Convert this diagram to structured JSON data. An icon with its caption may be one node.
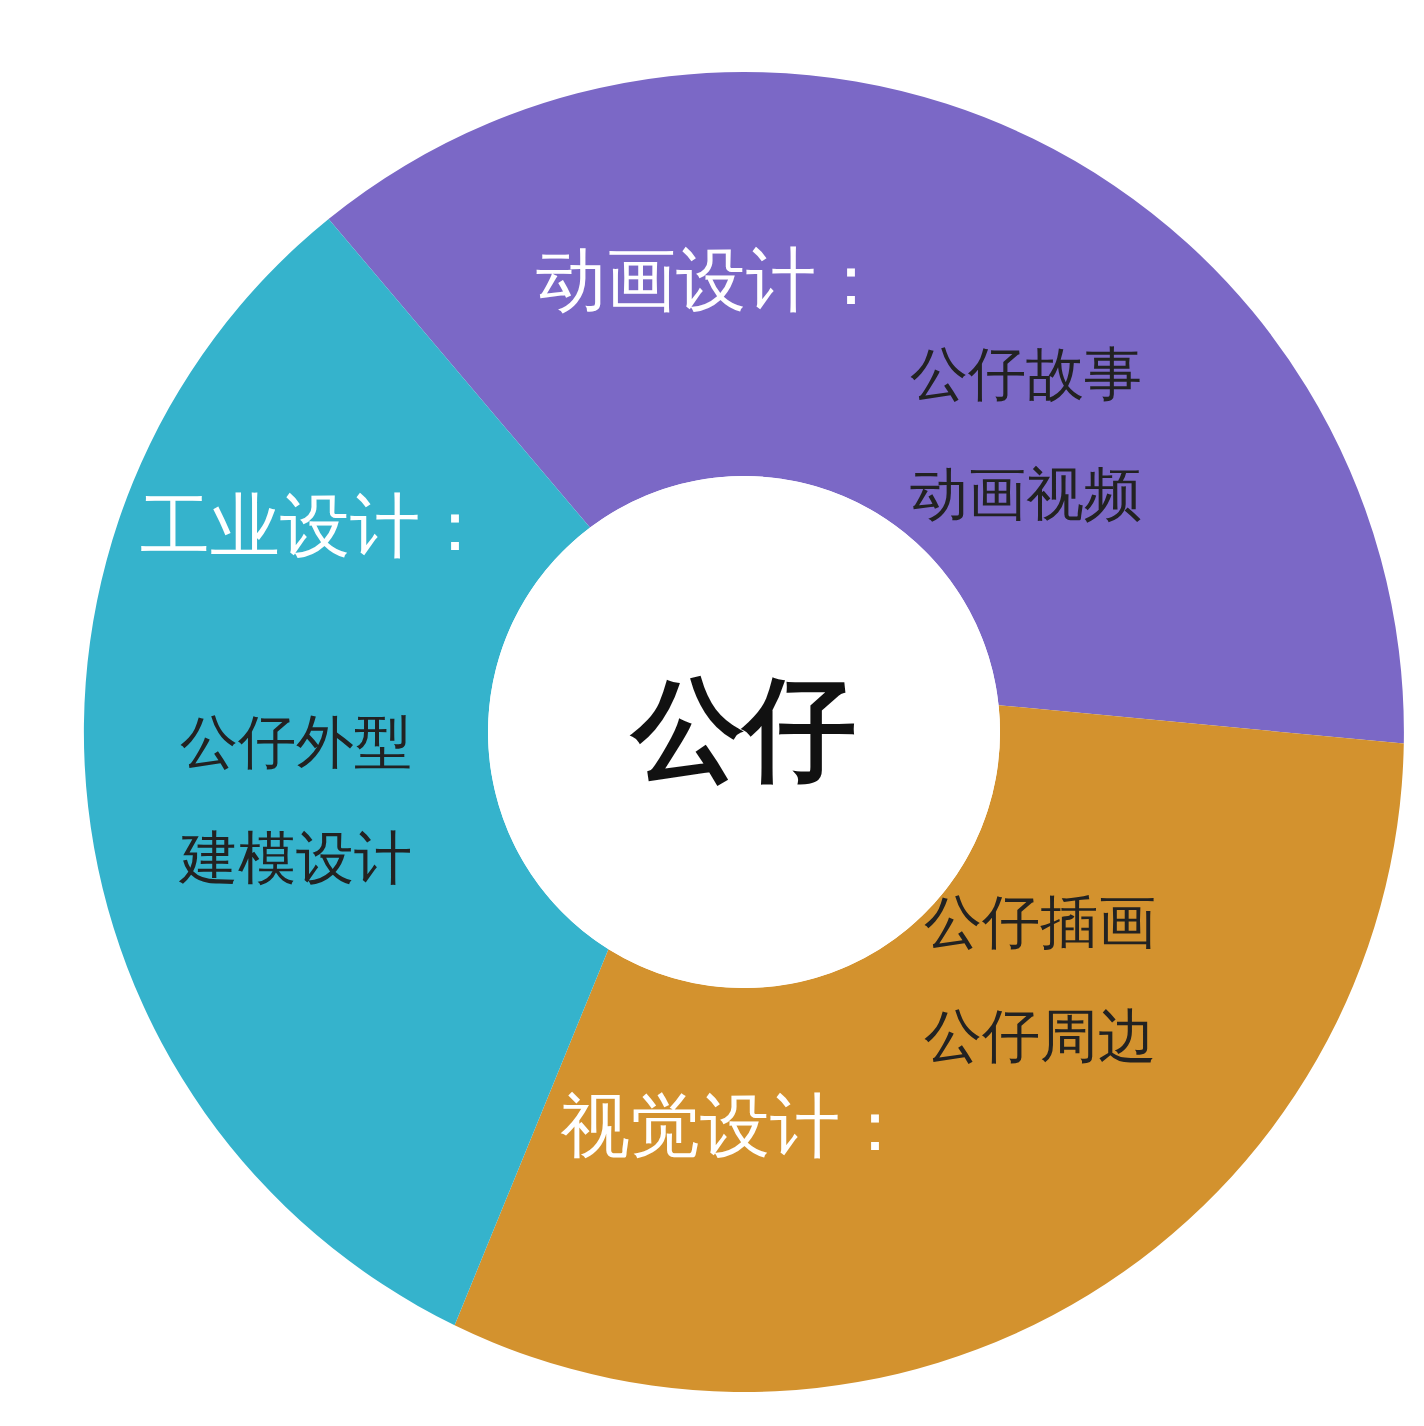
{
  "diagram": {
    "nodes": [
      {
        "text": [
          "公仔"
        ]
      },
      {
        "text": [
          "动画设计：",
          "公仔故事",
          "动画视频"
        ]
      },
      {
        "text": [
          "视觉设计：",
          "公仔插画",
          "公仔周边"
        ]
      },
      {
        "text": [
          "工业设计：",
          "公仔外型",
          "建模设计"
        ]
      }
    ]
  }
}
